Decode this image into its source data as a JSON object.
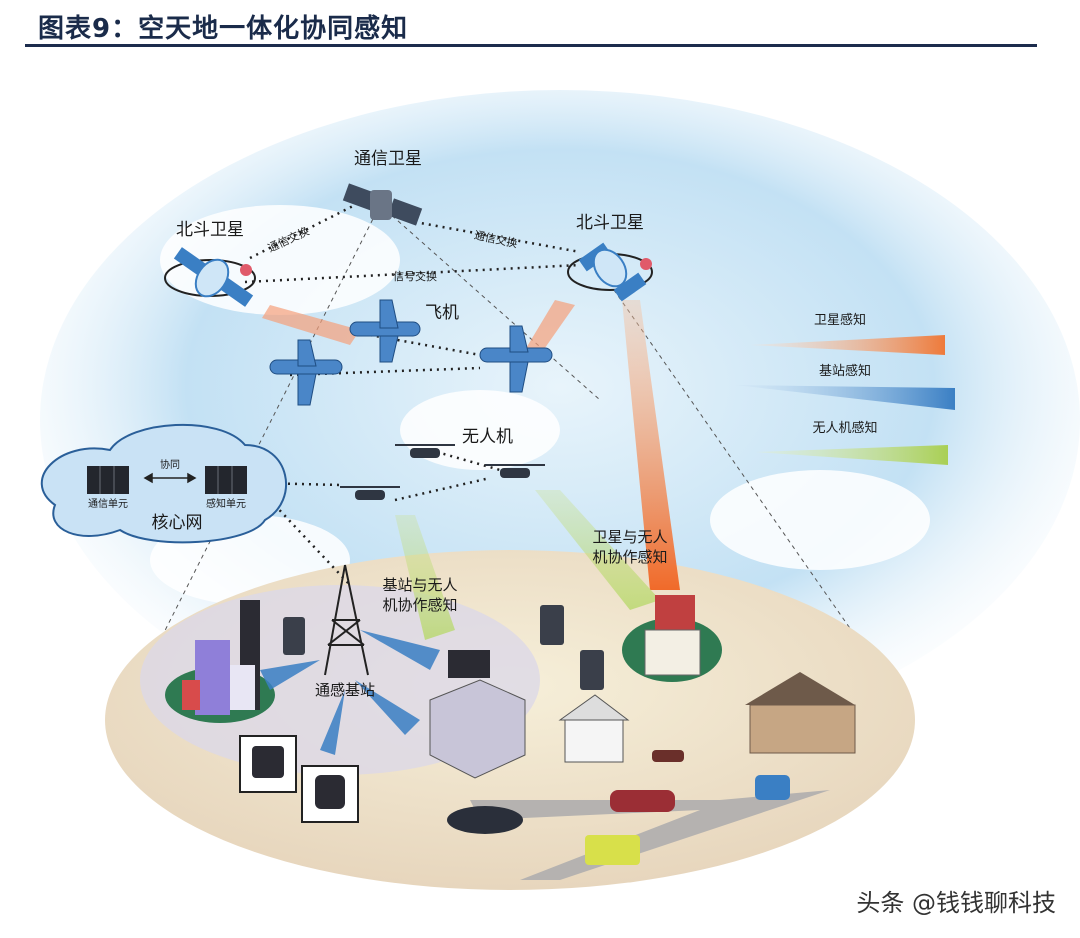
{
  "title": "图表9：空天地一体化协同感知",
  "labels": {
    "comm_satellite": "通信卫星",
    "beidou_left": "北斗卫星",
    "beidou_right": "北斗卫星",
    "link_left": "通信交换",
    "link_right": "通信交换",
    "link_middle": "信号交换",
    "aircraft": "飞机",
    "uav": "无人机",
    "core_network": "核心网",
    "interconnect": "协同",
    "unit_left": "通信单元",
    "unit_right": "感知单元",
    "sat_uav": "卫星与无人机协作感知",
    "sat_uav_l1": "卫星与无人",
    "sat_uav_l2": "机协作感知",
    "bs_uav_l1": "基站与无人",
    "bs_uav_l2": "机协作感知",
    "base_station": "通感基站"
  },
  "legend": [
    {
      "label": "卫星感知",
      "color": "#f07a3c"
    },
    {
      "label": "基站感知",
      "color": "#3a7fc4"
    },
    {
      "label": "无人机感知",
      "color": "#a9cf54"
    }
  ],
  "colors": {
    "sky_blue": "#bfe0f5",
    "ground": "#e9dcc7",
    "green_zone": "#2f7a52"
  },
  "watermark": "头条 @钱钱聊科技"
}
